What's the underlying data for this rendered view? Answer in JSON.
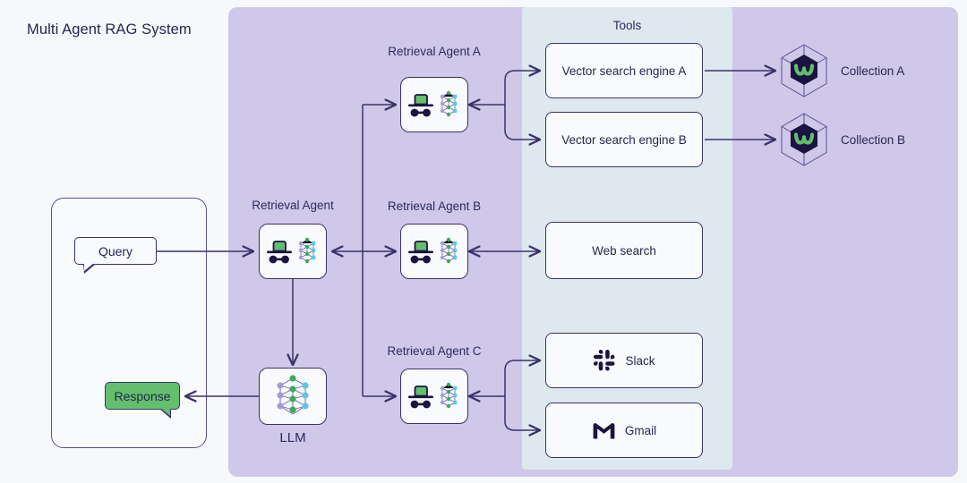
{
  "title": "Multi Agent RAG System",
  "panels": {
    "tools_title": "Tools"
  },
  "user": {
    "query_label": "Query",
    "response_label": "Response"
  },
  "agents": [
    {
      "id": "retrieval-agent",
      "label": "Retrieval Agent",
      "icon": "agent-hat-network-icon"
    },
    {
      "id": "retrieval-agent-a",
      "label": "Retrieval Agent A",
      "icon": "agent-hat-network-icon"
    },
    {
      "id": "retrieval-agent-b",
      "label": "Retrieval Agent B",
      "icon": "agent-hat-network-icon"
    },
    {
      "id": "retrieval-agent-c",
      "label": "Retrieval Agent C",
      "icon": "agent-hat-network-icon"
    }
  ],
  "llm": {
    "label": "LLM",
    "icon": "neural-network-icon"
  },
  "tools": [
    {
      "id": "vector-search-engine-a",
      "label": "Vector search engine A",
      "icon": null
    },
    {
      "id": "vector-search-engine-b",
      "label": "Vector search engine B",
      "icon": null
    },
    {
      "id": "web-search",
      "label": "Web search",
      "icon": null
    },
    {
      "id": "slack",
      "label": "Slack",
      "icon": "slack-icon"
    },
    {
      "id": "gmail",
      "label": "Gmail",
      "icon": "gmail-icon"
    }
  ],
  "collections": [
    {
      "id": "collection-a",
      "label": "Collection A",
      "icon": "weaviate-hexagon-icon"
    },
    {
      "id": "collection-b",
      "label": "Collection B",
      "icon": "weaviate-hexagon-icon"
    }
  ],
  "colors": {
    "background": "#f7f8fc",
    "panel_purple": "#cfc8e8",
    "panel_tools": "#dde8ef",
    "stroke": "#3b3268",
    "text": "#26264f",
    "accent_green": "#63bf6d",
    "node_purple": "#a998d8",
    "node_green": "#3fa85c",
    "node_blue": "#5bc8e8",
    "logo_dark": "#1b1340"
  }
}
